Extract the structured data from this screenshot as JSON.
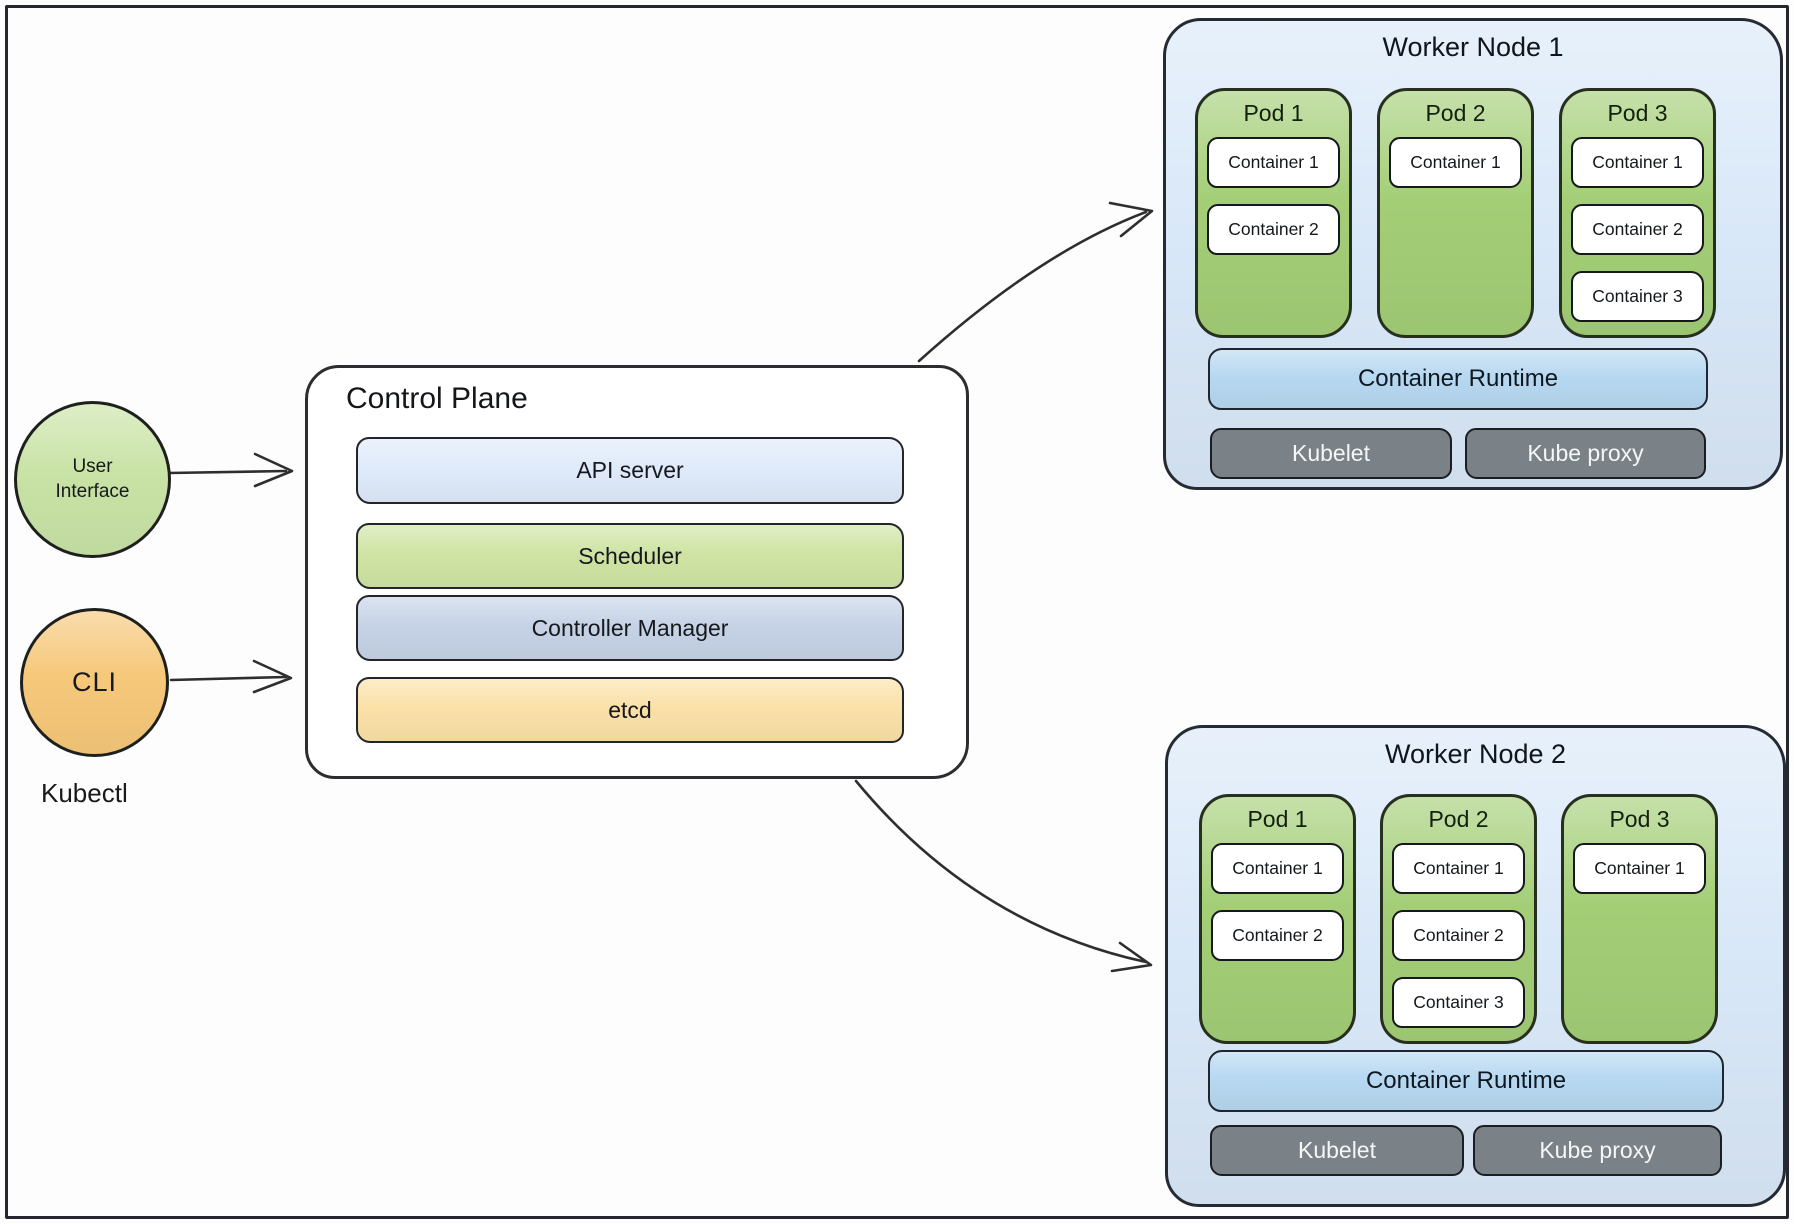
{
  "clients": {
    "user_interface": {
      "label": "User Interface",
      "color": "#c9e3a6"
    },
    "cli": {
      "label": "CLI",
      "color": "#f6c87a"
    },
    "kubectl_caption": "Kubectl"
  },
  "control_plane": {
    "title": "Control Plane",
    "components": [
      {
        "label": "API server",
        "color": "#dfeafa"
      },
      {
        "label": "Scheduler",
        "color": "#cfe4a4"
      },
      {
        "label": "Controller Manager",
        "color": "#c6d3e6"
      },
      {
        "label": "etcd",
        "color": "#fbe1a8"
      }
    ]
  },
  "worker_nodes": [
    {
      "title": "Worker Node 1",
      "pods": [
        {
          "title": "Pod 1",
          "containers": [
            "Container 1",
            "Container 2"
          ]
        },
        {
          "title": "Pod 2",
          "containers": [
            "Container 1"
          ]
        },
        {
          "title": "Pod 3",
          "containers": [
            "Container 1",
            "Container 2",
            "Container 3"
          ]
        }
      ],
      "runtime_label": "Container Runtime",
      "agents": [
        "Kubelet",
        "Kube proxy"
      ]
    },
    {
      "title": "Worker Node 2",
      "pods": [
        {
          "title": "Pod 1",
          "containers": [
            "Container 1",
            "Container 2"
          ]
        },
        {
          "title": "Pod 2",
          "containers": [
            "Container 1",
            "Container 2",
            "Container 3"
          ]
        },
        {
          "title": "Pod 3",
          "containers": [
            "Container 1"
          ]
        }
      ],
      "runtime_label": "Container Runtime",
      "agents": [
        "Kubelet",
        "Kube proxy"
      ]
    }
  ],
  "colors": {
    "node_fill": "#d9e8f8",
    "pod_fill": "#a3ce76",
    "container_fill": "#ffffff",
    "runtime_fill": "#b7d8f1",
    "agent_fill": "#7b8287",
    "outline": "#2a2d31",
    "arrow": "#2e2e2e",
    "background": "#fdfdfd"
  }
}
